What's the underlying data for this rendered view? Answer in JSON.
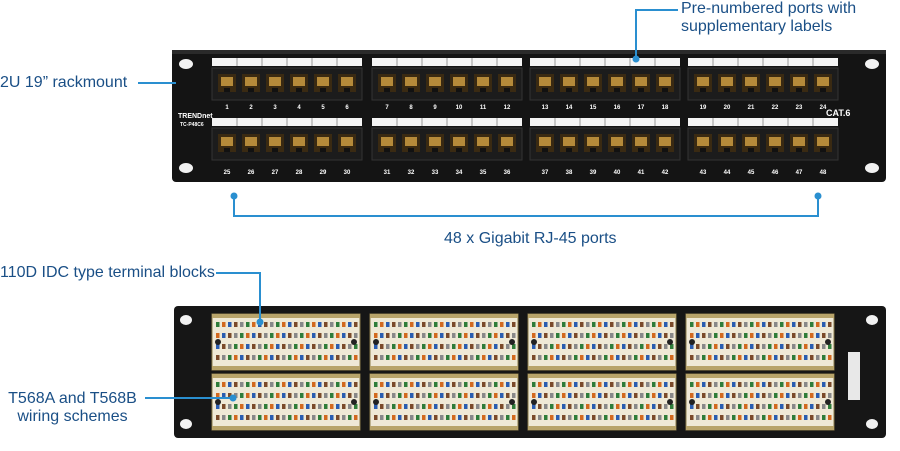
{
  "callouts": {
    "pre_numbered": "Pre-numbered ports with supplementary labels",
    "rackmount": "2U 19” rackmount",
    "gigabit_ports": "48 x Gigabit RJ-45 ports",
    "idc_blocks": "110D IDC type terminal blocks",
    "wiring": "T568A and T568B wiring schemes"
  },
  "panel_front": {
    "brand": "TRENDnet",
    "model": "TC-P48C6",
    "category": "CAT.6",
    "top_row_numbers": [
      "1",
      "2",
      "3",
      "4",
      "5",
      "6",
      "7",
      "8",
      "9",
      "10",
      "11",
      "12",
      "13",
      "14",
      "15",
      "16",
      "17",
      "18",
      "19",
      "20",
      "21",
      "22",
      "23",
      "24"
    ],
    "bottom_row_numbers": [
      "25",
      "26",
      "27",
      "28",
      "29",
      "30",
      "31",
      "32",
      "33",
      "34",
      "35",
      "36",
      "37",
      "38",
      "39",
      "40",
      "41",
      "42",
      "43",
      "44",
      "45",
      "46",
      "47",
      "48"
    ]
  },
  "colors": {
    "callout": "#1a4f86",
    "leader": "#2a8fd0",
    "panel": "#111111"
  }
}
